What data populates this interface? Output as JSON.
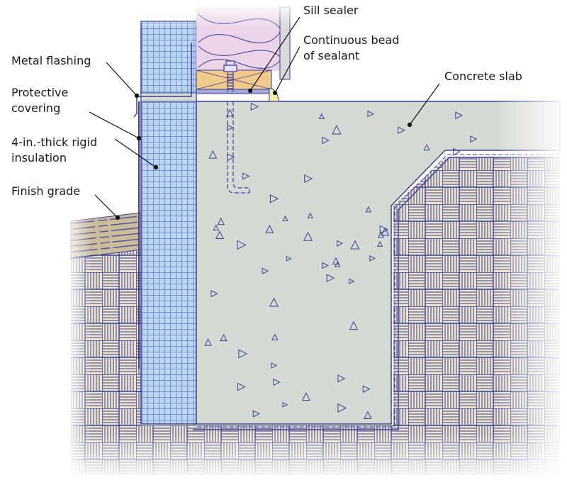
{
  "labels": {
    "metal_flashing": "Metal flashing",
    "protective_covering": [
      "Protective",
      "covering"
    ],
    "rigid_insulation": [
      "4-in.-thick rigid",
      "insulation"
    ],
    "finish_grade": "Finish grade",
    "sill_sealer": "Sill sealer",
    "sealant_bead": [
      "Continuous bead",
      "of sealant"
    ],
    "concrete_slab": "Concrete slab"
  },
  "colors": {
    "line": "#3a3f9a",
    "insulation": "#bcd6f2",
    "concrete": "#d5dbd3",
    "soil": "#ece3cb",
    "finish_grade": "#cbbd9c",
    "batt_insulation": "#ecd4e8",
    "sill_plate": "#f1c98a",
    "sealant": "#f6eea6"
  }
}
